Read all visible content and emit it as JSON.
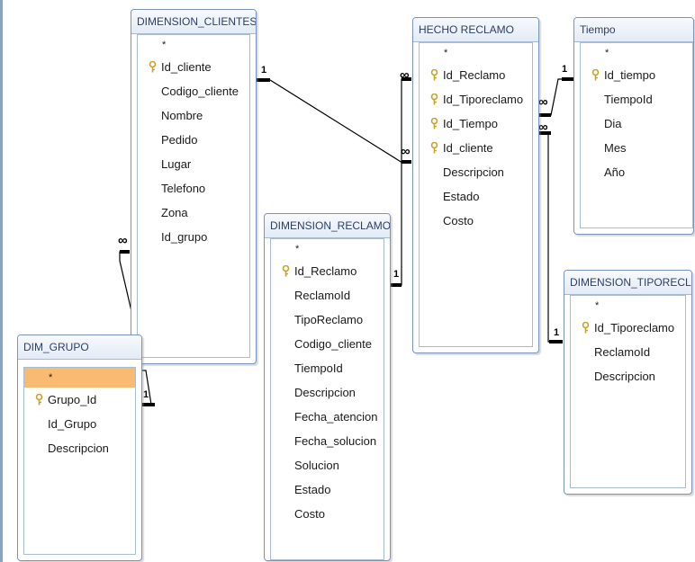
{
  "tables": {
    "clientes": {
      "title": "DIMENSION_CLIENTES",
      "star": "*",
      "fields": [
        "Id_cliente",
        "Codigo_cliente",
        "Nombre",
        "Pedido",
        "Lugar",
        "Telefono",
        "Zona",
        "Id_grupo"
      ]
    },
    "hecho": {
      "title": "HECHO RECLAMO",
      "star": "*",
      "fields": [
        "Id_Reclamo",
        "Id_Tiporeclamo",
        "Id_Tiempo",
        "Id_cliente",
        "Descripcion",
        "Estado",
        "Costo"
      ]
    },
    "tiempo": {
      "title": "Tiempo",
      "star": "*",
      "fields": [
        "Id_tiempo",
        "TiempoId",
        "Dia",
        "Mes",
        "Año"
      ]
    },
    "reclamo": {
      "title": "DIMENSION_RECLAMO",
      "star": "*",
      "fields": [
        "Id_Reclamo",
        "ReclamoId",
        "TipoReclamo",
        "Codigo_cliente",
        "TiempoId",
        "Descripcion",
        "Fecha_atencion",
        "Fecha_solucion",
        "Solucion",
        "Estado",
        "Costo"
      ]
    },
    "tiporeclamo": {
      "title": "DIMENSION_TIPORECLA...",
      "star": "*",
      "fields": [
        "Id_Tiporeclamo",
        "ReclamoId",
        "Descripcion"
      ]
    },
    "grupo": {
      "title": "DIM_GRUPO",
      "star": "*",
      "fields": [
        "Grupo_Id",
        "Id_Grupo",
        "Descripcion"
      ]
    }
  },
  "relationships": {
    "one": "1",
    "many": "∞"
  },
  "colors": {
    "table_border": "#7a94bb",
    "selected_row": "#f8bb71",
    "key_icon": "#c9a227"
  }
}
